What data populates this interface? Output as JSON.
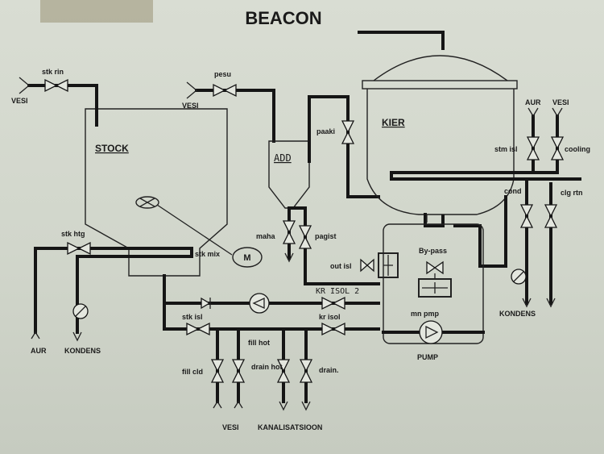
{
  "title": "BEACON",
  "vessels": {
    "stock": "STOCK",
    "add": "ADD",
    "kier": "KIER"
  },
  "labels": {
    "vesi_left": "VESI",
    "stk_rin": "stk rin",
    "pesu": "pesu",
    "vesi_mid": "VESI",
    "paaki": "paaki",
    "aur_top": "AUR",
    "vesi_top": "VESI",
    "stm_isl": "stm isl",
    "cooling": "cooling",
    "cond": "cond",
    "clg_rtn": "clg rtn",
    "kondens_right": "KONDENS",
    "stk_htg": "stk htg",
    "stk_mix": "stk mix",
    "motor": "M",
    "maha": "maha",
    "pagist": "pagist",
    "out_isl": "out isl",
    "by_pass": "By-pass",
    "kr_isol_2": "KR ISOL 2",
    "stk_isl": "stk isl",
    "kr_isol": "kr isol",
    "mn_pmp": "mn pmp",
    "pump": "PUMP",
    "aur_bottom": "AUR",
    "kondens_left": "KONDENS",
    "fill_hot": "fill hot",
    "fill_cld": "fill cld",
    "drain_hot": "drain hot",
    "drain": "drain.",
    "vesi_bottom": "VESI",
    "kanalisatsioon": "KANALISATSIOON"
  }
}
